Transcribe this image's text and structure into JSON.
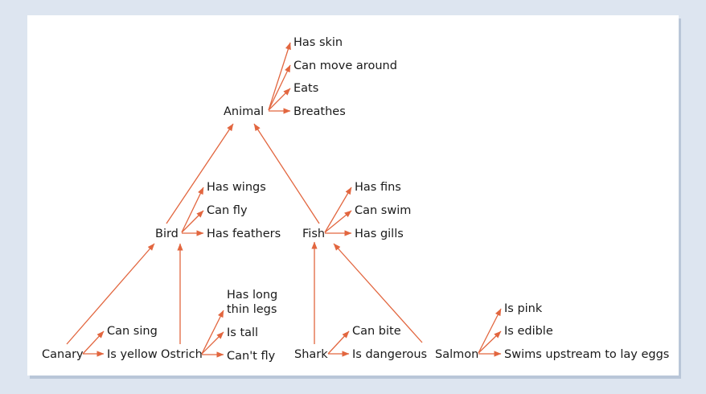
{
  "colors": {
    "arrow": "#e2663f",
    "background": "#dde5f0",
    "card": "#ffffff",
    "text": "#1a1a1a"
  },
  "nodes": {
    "animal": "Animal",
    "bird": "Bird",
    "fish": "Fish",
    "canary": "Canary",
    "ostrich": "Ostrich",
    "shark": "Shark",
    "salmon": "Salmon"
  },
  "properties": {
    "animal": [
      "Has skin",
      "Can move around",
      "Eats",
      "Breathes"
    ],
    "bird": [
      "Has wings",
      "Can fly",
      "Has feathers"
    ],
    "fish": [
      "Has fins",
      "Can swim",
      "Has gills"
    ],
    "canary": [
      "Can sing",
      "Is yellow"
    ],
    "ostrich": [
      "Has long",
      "thin legs",
      "Is tall",
      "Can't fly"
    ],
    "shark": [
      "Can bite",
      "Is dangerous"
    ],
    "salmon": [
      "Is pink",
      "Is edible",
      "Swims upstream to lay eggs"
    ]
  }
}
